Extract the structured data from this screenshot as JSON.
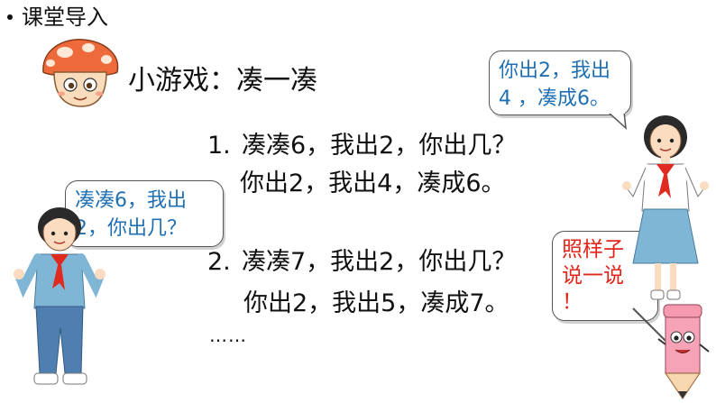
{
  "header": {
    "section_title": "课堂导入"
  },
  "game": {
    "title": "小游戏：凑一凑"
  },
  "questions": [
    {
      "number": "1.",
      "question": "凑凑6，我出2，你出几？",
      "answer": "你出2，我出4，凑成6。"
    },
    {
      "number": "2.",
      "question": "凑凑7，我出2，你出几？",
      "answer": "你出2，我出5，凑成7。"
    }
  ],
  "ellipsis": "……",
  "bubbles": {
    "girl": {
      "line1": "你出2，我出",
      "line2": "4 ，凑成6。"
    },
    "boy": {
      "line1": "凑凑6，我出",
      "line2": "2，你出几？"
    },
    "pencil": {
      "line1": "照样子",
      "line2": "说一说",
      "line3": "！"
    }
  },
  "colors": {
    "bubble_text": "#1f6fb3",
    "hint_text": "#e0251b",
    "body_text": "#111111"
  }
}
